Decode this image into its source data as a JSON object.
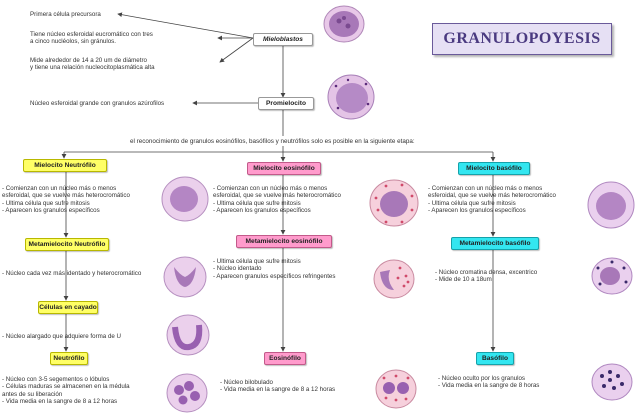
{
  "title": "GRANULOPOYESIS",
  "stages": {
    "mieloblastos": {
      "label": "Mieloblastos",
      "notes": [
        "Primera célula precursora",
        "Tiene núcleo esferoidal eucromático con tres\na cinco nucléolos, sin gránulos.",
        "Mide alrededor de 14 a 20 um de diámetro\ny tiene una relación nucleocitoplasmática alta"
      ]
    },
    "promielocito": {
      "label": "Promielocito",
      "note": "Núcleo esferoidal grande con granulos azúrofilos"
    },
    "branch_note": "el reconocimiento de granulos eosinófilos, basófilos y neutrófilos solo es posible en la siguiente etapa:"
  },
  "neutrofilo": {
    "mielocito": "Mielocito Neutrófilo",
    "mielocito_note": "- Comienzan con un núcleo más o menos\n  esferoidal, que se vuelve más heterocromático\n- Ultima célula que sufre mitosis\n- Aparecen los granulos específicos",
    "metamielocito": "Metamielocito Neutrófilo",
    "metamielocito_note": "- Núcleo cada vez más identado y heterocromático",
    "cayado": "Células en cayado",
    "cayado_note": "- Núcleo alargado que adquiere forma de U",
    "final": "Neutrófilo",
    "final_note": "- Núcleo con 3-5 segementos o lóbulos\n- Células maduras se almacenen en la médula\n  antes de su liberación\n- Vida media en la sangre de 8 a 12 horas"
  },
  "eosinofilo": {
    "mielocito": "Mielocito eosinófilo",
    "mielocito_note": "- Comienzan con un núcleo más o menos\n  esferoidal, que se vuelve más heterocromático\n- Ultima célula que sufre mitosis\n- Aparecen los granulos específicos",
    "metamielocito": "Metamielocito eosinófilo",
    "metamielocito_note": "- Ultima célula que sufre mitosis\n- Núcleo identado\n- Aparecen granulos específicos refringentes",
    "final": "Eosinófilo",
    "final_note": "- Núcleo bilobulado\n- Vida media en la sangre de 8 a 12 horas"
  },
  "basofilo": {
    "mielocito": "Mielocito basófilo",
    "mielocito_note": "- Comienzan con un núcleo más o menos\n  esferoidal, que se vuelve más heterocromático\n- Ultima célula que sufre mitosis\n- Aparecen los granulos específicos",
    "metamielocito": "Metamielocito basófilo",
    "metamielocito_note": "- Núcleo cromatina densa, excentrico\n- Mide de 10 a 18um",
    "final": "Basófilo",
    "final_note": "- Núcleo oculto por los granulos\n- Vida media en la sangre de 8 horas"
  },
  "colors": {
    "neutrofilo": "#ffff66",
    "eosinofilo": "#ff9bcc",
    "basofilo": "#33e6f0",
    "title_bg": "#e6e0f4",
    "cell_purple": "#b780c8"
  }
}
